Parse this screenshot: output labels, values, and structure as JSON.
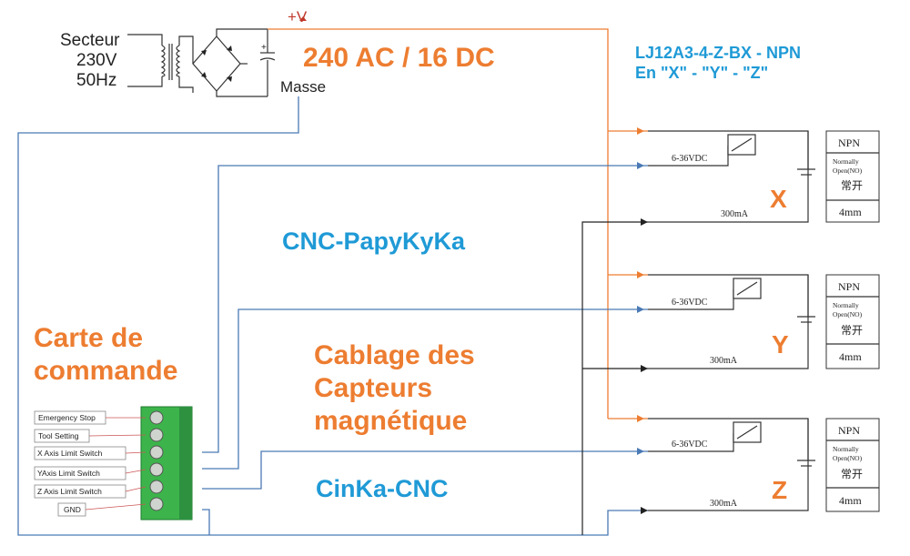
{
  "supply": {
    "mains_lines": [
      "Secteur",
      "230V",
      "50Hz"
    ],
    "plus_label": "+V",
    "ground_label": "Masse",
    "voltage_label": "240 AC / 16 DC"
  },
  "sensor_spec": {
    "line1": "LJ12A3-4-Z-BX - NPN",
    "line2": "En \"X\" - \"Y\" - \"Z\""
  },
  "titles": {
    "project_top": "CNC-PapyKyKa",
    "project_bottom": "CinKa-CNC",
    "board_line1": "Carte de",
    "board_line2": "commande",
    "wiring_line1": "Cablage des",
    "wiring_line2": "Capteurs",
    "wiring_line3": "magnétique"
  },
  "sensors": [
    {
      "axis": "X",
      "voltage": "6-36VDC",
      "current": "300mA",
      "type": "NPN",
      "mode1": "Normally",
      "mode2": "Open(NO)",
      "chinese": "常开",
      "distance": "4mm"
    },
    {
      "axis": "Y",
      "voltage": "6-36VDC",
      "current": "300mA",
      "type": "NPN",
      "mode1": "Normally",
      "mode2": "Open(NO)",
      "chinese": "常开",
      "distance": "4mm"
    },
    {
      "axis": "Z",
      "voltage": "6-36VDC",
      "current": "300mA",
      "type": "NPN",
      "mode1": "Normally",
      "mode2": "Open(NO)",
      "chinese": "常开",
      "distance": "4mm"
    }
  ],
  "terminal": {
    "labels": [
      "Emergency Stop",
      "Tool Setting",
      "X Axis Limit Switch",
      "YAxis Limit Switch",
      "Z Axis Limit Switch",
      "GND"
    ]
  }
}
